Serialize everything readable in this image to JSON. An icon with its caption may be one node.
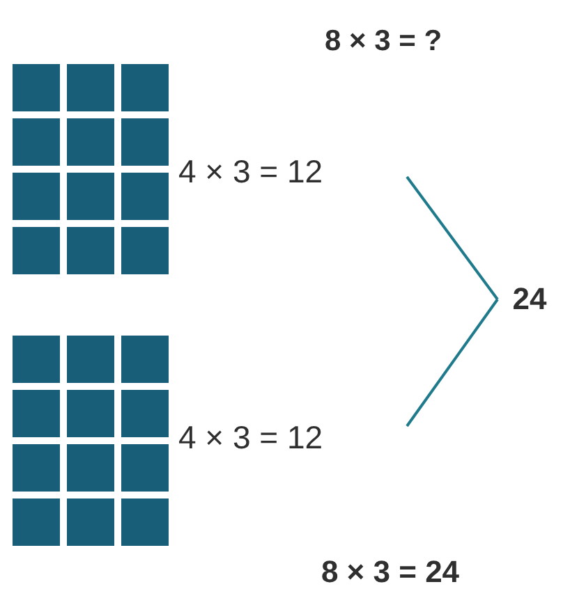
{
  "diagram": {
    "title": "8 × 3 = ?",
    "caption": "8 × 3 = 24",
    "nodes": [
      {
        "text": [
          "4 × 3 = 12"
        ]
      },
      {
        "text": [
          "4 × 3 = 12"
        ]
      },
      {
        "text": [
          "24"
        ]
      }
    ],
    "edges": [
      {
        "from": 0,
        "to": 2,
        "arrow": "none"
      },
      {
        "from": 1,
        "to": 2,
        "arrow": "none"
      }
    ]
  }
}
